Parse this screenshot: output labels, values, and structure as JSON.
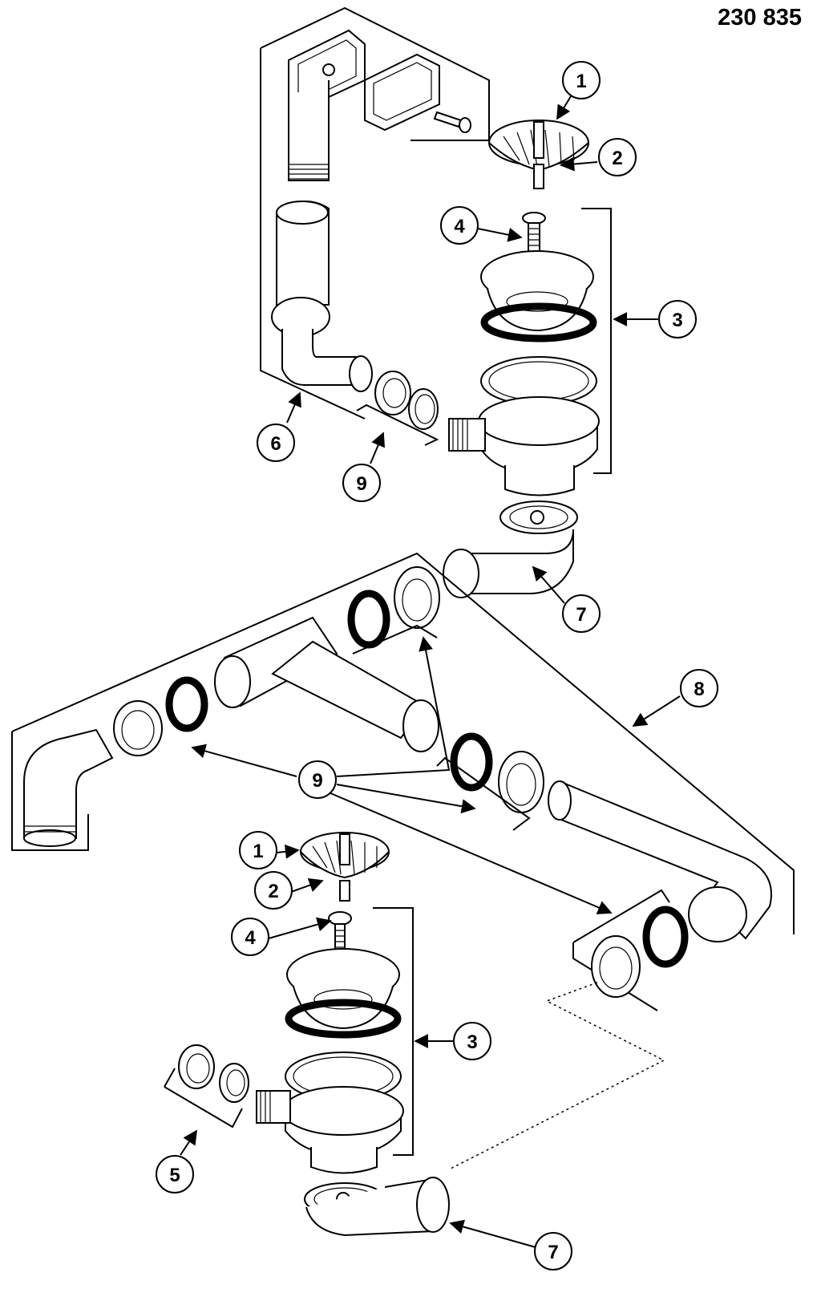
{
  "part_number": "230 835",
  "callouts": [
    {
      "id": "c1a",
      "label": "1"
    },
    {
      "id": "c2a",
      "label": "2"
    },
    {
      "id": "c3a",
      "label": "3"
    },
    {
      "id": "c4a",
      "label": "4"
    },
    {
      "id": "c6",
      "label": "6"
    },
    {
      "id": "c9a",
      "label": "9"
    },
    {
      "id": "c7a",
      "label": "7"
    },
    {
      "id": "c8",
      "label": "8"
    },
    {
      "id": "c9b",
      "label": "9"
    },
    {
      "id": "c1b",
      "label": "1"
    },
    {
      "id": "c2b",
      "label": "2"
    },
    {
      "id": "c4b",
      "label": "4"
    },
    {
      "id": "c3b",
      "label": "3"
    },
    {
      "id": "c5",
      "label": "5"
    },
    {
      "id": "c7b",
      "label": "7"
    }
  ]
}
